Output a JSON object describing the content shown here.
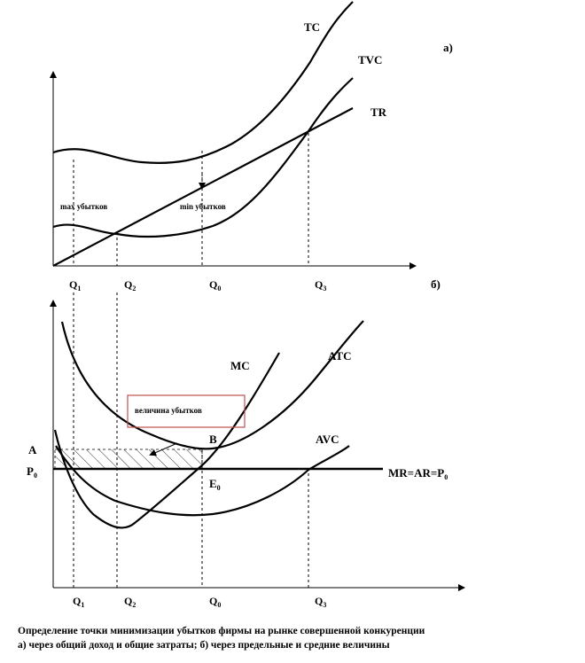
{
  "panel_a": {
    "tag": "а)",
    "curves": {
      "tc": "TC",
      "tvc": "TVC",
      "tr": "TR"
    },
    "annotations": {
      "max_loss": "max убытков",
      "min_loss": "min убытков"
    },
    "q_labels": [
      {
        "base": "Q",
        "sub": "1"
      },
      {
        "base": "Q",
        "sub": "2"
      },
      {
        "base": "Q",
        "sub": "0"
      },
      {
        "base": "Q",
        "sub": "3"
      }
    ]
  },
  "panel_b": {
    "tag": "б)",
    "curves": {
      "mc": "MC",
      "atc": "ATC",
      "avc": "AVC",
      "price_line": {
        "base": "MR=AR=P",
        "sub": "0"
      }
    },
    "points": {
      "a": "A",
      "b": "B",
      "e0": {
        "base": "E",
        "sub": "0"
      },
      "p0": {
        "base": "P",
        "sub": "0"
      }
    },
    "loss_box": "величина убытков",
    "loss_box_color": "#c0504d",
    "q_labels": [
      {
        "base": "Q",
        "sub": "1"
      },
      {
        "base": "Q",
        "sub": "2"
      },
      {
        "base": "Q",
        "sub": "0"
      },
      {
        "base": "Q",
        "sub": "3"
      }
    ]
  },
  "caption": {
    "line1": "Определение точки минимизации убытков фирмы на рынке совершенной конкуренции",
    "line2": "а) через общий доход и общие затраты; б) через предельные и средние величины"
  }
}
